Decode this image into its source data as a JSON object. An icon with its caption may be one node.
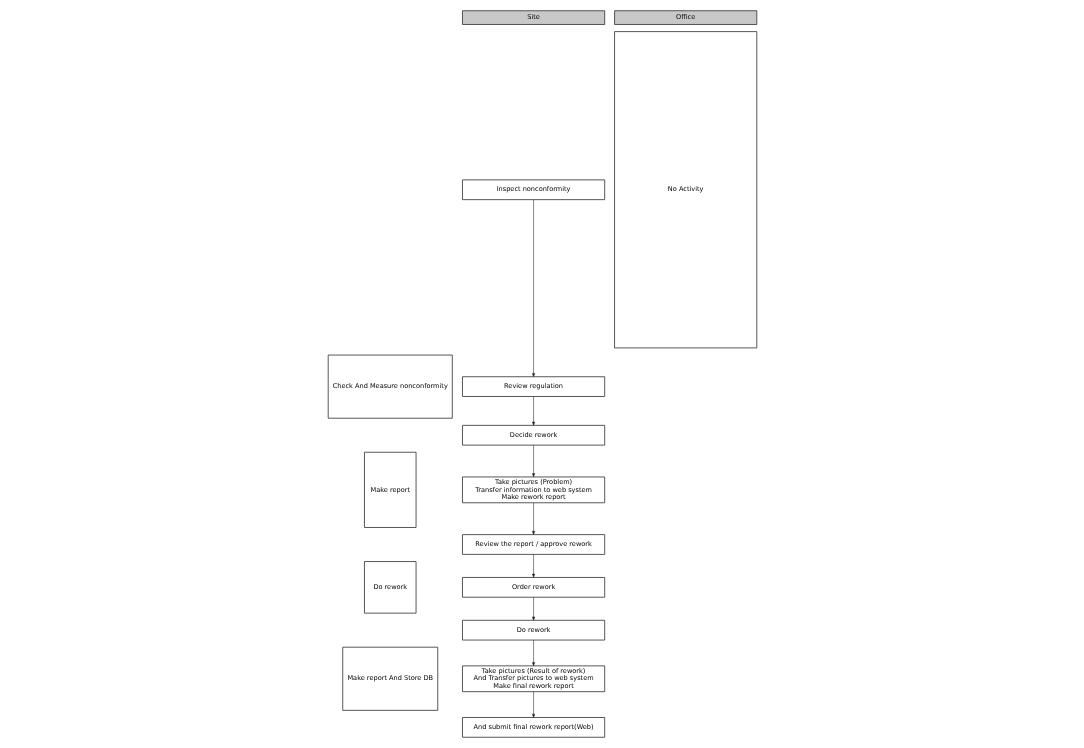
{
  "diagram": {
    "nodes": [
      {
        "text": [
          "Site"
        ]
      },
      {
        "text": [
          "Office"
        ]
      },
      {
        "text": [
          "Check And Measure nonconformity"
        ]
      },
      {
        "text": [
          "Inspect nonconformity"
        ]
      },
      {
        "text": [
          "Review regulation"
        ]
      },
      {
        "text": [
          "Decide rework"
        ]
      },
      {
        "text": [
          "Make report"
        ]
      },
      {
        "text": [
          "Take pictures (Problem)",
          "Transfer information to web system",
          "Make rework report"
        ]
      },
      {
        "text": [
          "Review the report / approve rework"
        ]
      },
      {
        "text": [
          "Do rework"
        ]
      },
      {
        "text": [
          "Order rework"
        ]
      },
      {
        "text": [
          "Do rework"
        ]
      },
      {
        "text": [
          "Make report And Store DB"
        ]
      },
      {
        "text": [
          "Take pictures (Result of rework)",
          "And Transfer pictures to web system",
          "Make final rework report"
        ]
      },
      {
        "text": [
          "And submit final rework report(Web)"
        ]
      },
      {
        "text": [
          "No Activity"
        ]
      }
    ],
    "edges": [
      {
        "from": 3,
        "to": 4,
        "arrow": "to"
      },
      {
        "from": 4,
        "to": 5,
        "arrow": "to"
      },
      {
        "from": 5,
        "to": 7,
        "arrow": "to"
      },
      {
        "from": 7,
        "to": 8,
        "arrow": "to"
      },
      {
        "from": 8,
        "to": 10,
        "arrow": "to"
      },
      {
        "from": 10,
        "to": 11,
        "arrow": "to"
      },
      {
        "from": 11,
        "to": 13,
        "arrow": "to"
      },
      {
        "from": 13,
        "to": 14,
        "arrow": "to"
      }
    ]
  }
}
